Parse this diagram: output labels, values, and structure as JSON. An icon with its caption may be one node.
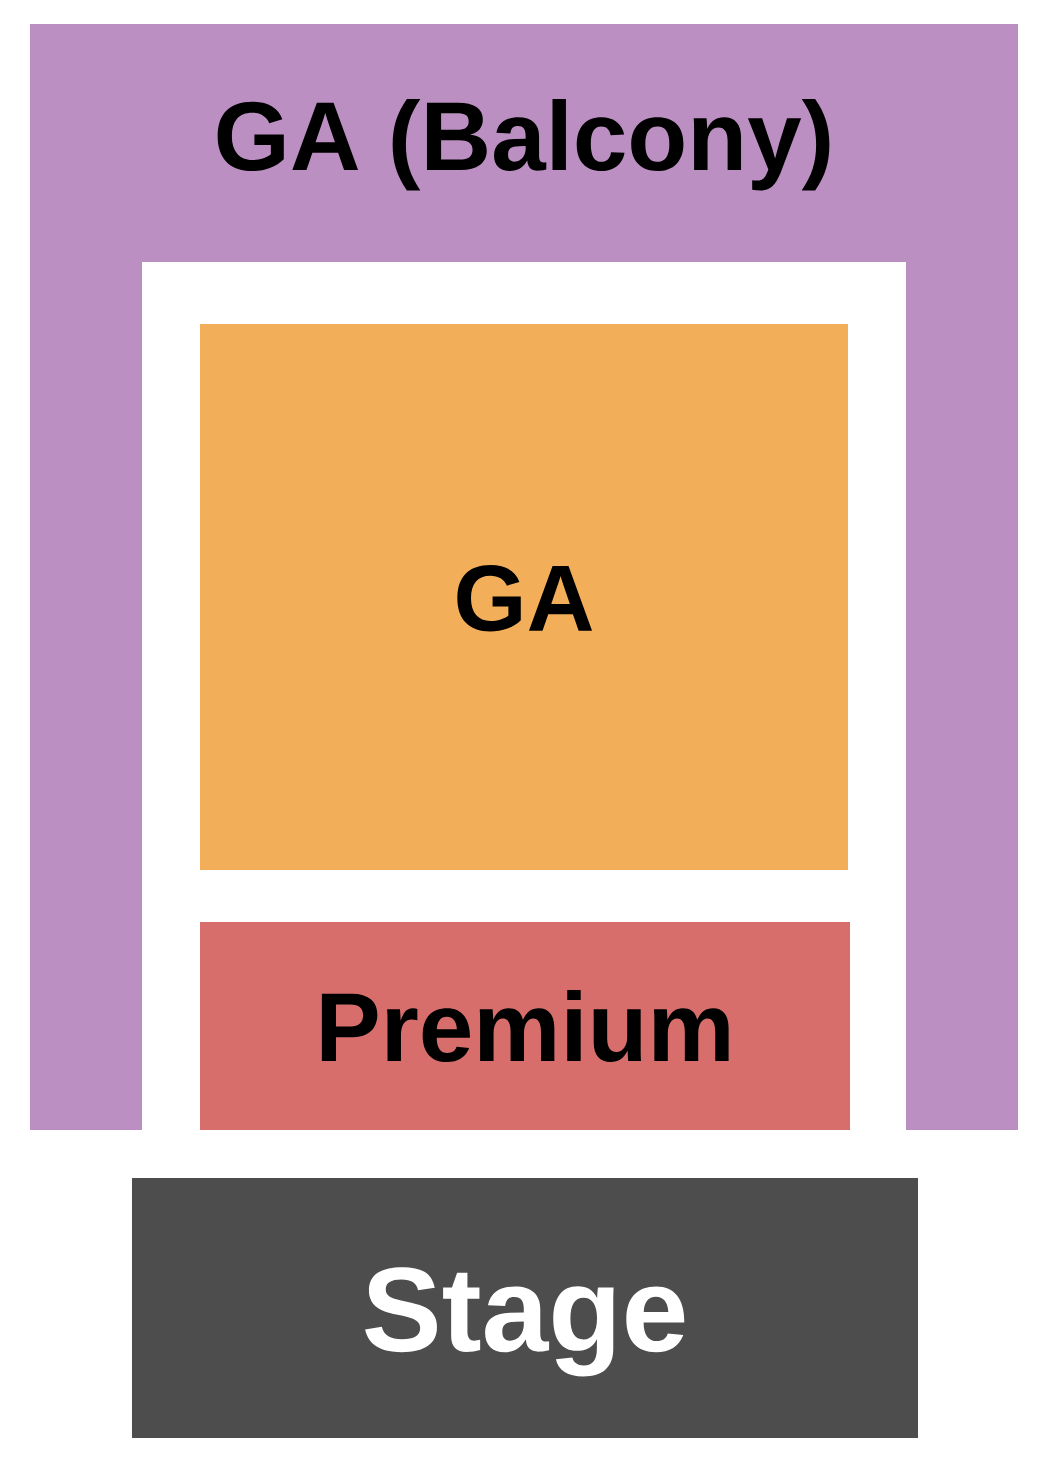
{
  "diagram": {
    "nodes": [
      {
        "text": [
          "GA (Balcony)"
        ]
      },
      {
        "text": [
          "GA"
        ]
      },
      {
        "text": [
          "Premium"
        ]
      },
      {
        "text": [
          "Stage"
        ]
      }
    ]
  }
}
